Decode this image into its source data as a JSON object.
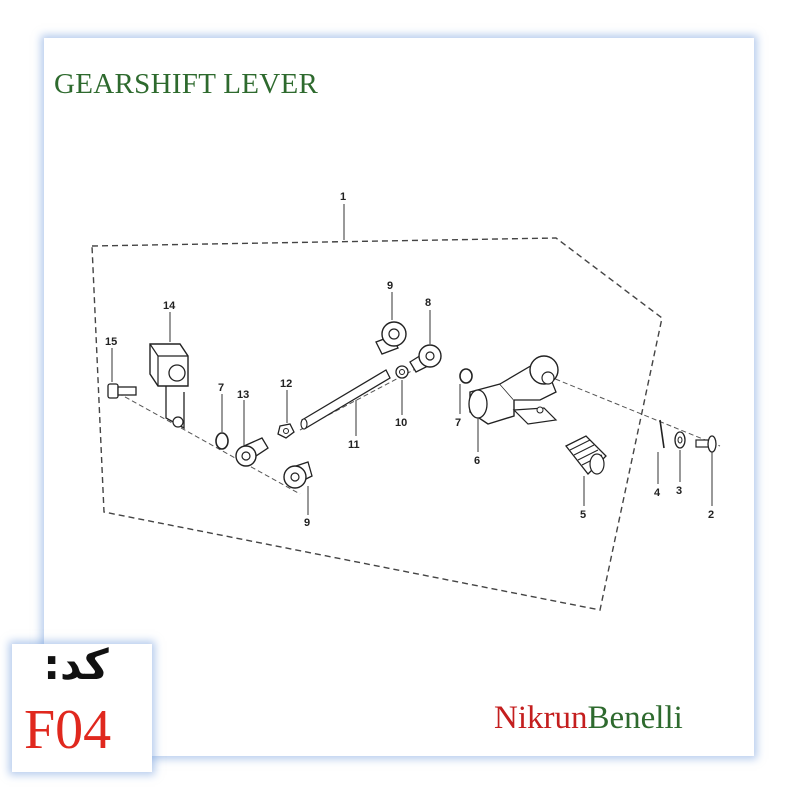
{
  "title": "GEARSHIFT LEVER",
  "code": {
    "label": "كد:",
    "value": "F04"
  },
  "brand": {
    "part1": "Nikrun",
    "part2": "Benelli"
  },
  "callouts": [
    "1",
    "14",
    "15",
    "7",
    "13",
    "12",
    "9",
    "11",
    "10",
    "8",
    "9",
    "7",
    "6",
    "5",
    "4",
    "3",
    "2"
  ],
  "colors": {
    "title": "#2e6a2e",
    "code": "#e0281e",
    "brand_red": "#c41e1e",
    "brand_green": "#2e6a2e"
  }
}
